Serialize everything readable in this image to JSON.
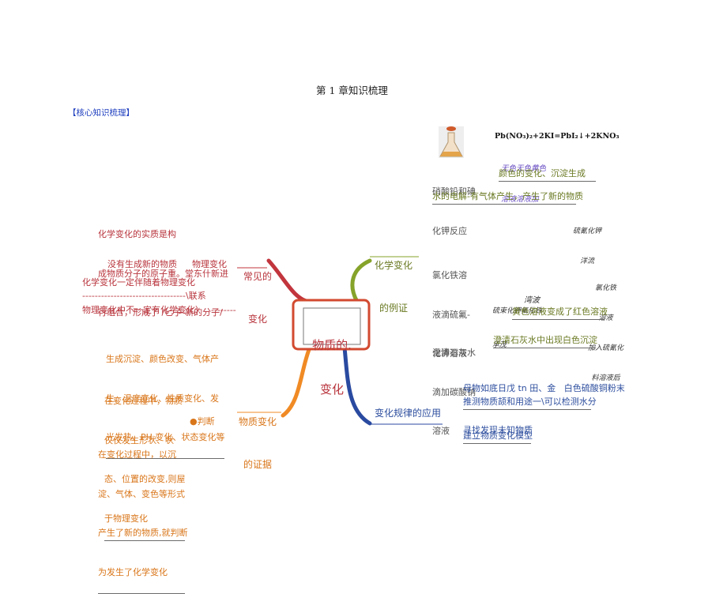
{
  "page_title": "第 1 章知识梳理",
  "section_label": "【核心知识梳理】",
  "center": {
    "line1": "物质的.",
    "line2": "变化"
  },
  "branches": {
    "common_changes": {
      "line1": "常见的",
      "line2": "变化",
      "color": "#b8343c"
    },
    "chem_examples": {
      "line1": "化学变化",
      "line2": "的例证",
      "color": "#6a7a23"
    },
    "evidence": {
      "line1": "物质变化",
      "line2": "的证据",
      "color": "#f08a24"
    },
    "applications": {
      "label": "变化规律的应用",
      "color": "#2d4e9e"
    }
  },
  "left_top": {
    "essence": [
      "化学变化的实质是构",
      "成物质分子的原子重。堂东什新进",
      "行组合，形成了 /匕子-新的分子/"
    ],
    "no_new_substance": "没有生成新的物质",
    "physical_change": "物理变化",
    "line_chem_with_phys": "化学变化一定伴随着物理变化",
    "dashes_link": "---------------------------------\\联系",
    "line_phys_not_chem": "物理变化中不一定有化学变化）",
    "dashes_tail": "--------"
  },
  "left_bottom": {
    "signs": [
      "生成沉淀、颜色改变、气体产",
      "生、温度变化、性质变化、发",
      "光发热、PH 变化、状态变化等"
    ],
    "physical_note": [
      "在变化过程中，物质",
      "仅仅发生形状、状",
      "态、位置的改变,则屋",
      "于物理变化"
    ],
    "judge": "●判断",
    "chemical_note": [
      "在变化过程中，以沉",
      "淀、气体、变色等形式",
      "产生了新的物质,就判断",
      "为发生了化学变化"
    ]
  },
  "right": {
    "equation": "Pb(NO₃)₂+2KI=PbI₂↓+2KNO₃",
    "eq_note": [
      "无色无色黄色",
      "溶液溶液加"
    ],
    "lead_nitrate": [
      "硝酸铅和碘",
      "化钾反应"
    ],
    "color_precip": "颜色的变化、沉淀生成",
    "electrolysis": "水的电解-有气体产生，产生了新的物质",
    "hand1": [
      "硫氰化钾",
      "洋流"
    ],
    "ferric": [
      "氯化铁溶",
      "液滴硫氟-",
      "化钾溶液"
    ],
    "hand2": [
      "氯化铁",
      "溶液",
      "加入硫氰化",
      "料溶液后"
    ],
    "hand3": [
      "硫束化钾氟化铁",
      "承茂"
    ],
    "hand3b": "湾波",
    "yellow_red": "黄色溶液变成了红色溶液",
    "limewater": [
      "澄清石灰水",
      "滴加碳酸钠",
      "溶液"
    ],
    "white_precip": "澄清石灰水中出现白色沉淀",
    "app1": "母物如底日戊 tn 田、金   白色硫酸铜粉末",
    "app2": "推测物质颉和用途一\\可以检测水分",
    "app3": "寻找发现未知物质",
    "app4": "建立物质变化模型"
  }
}
